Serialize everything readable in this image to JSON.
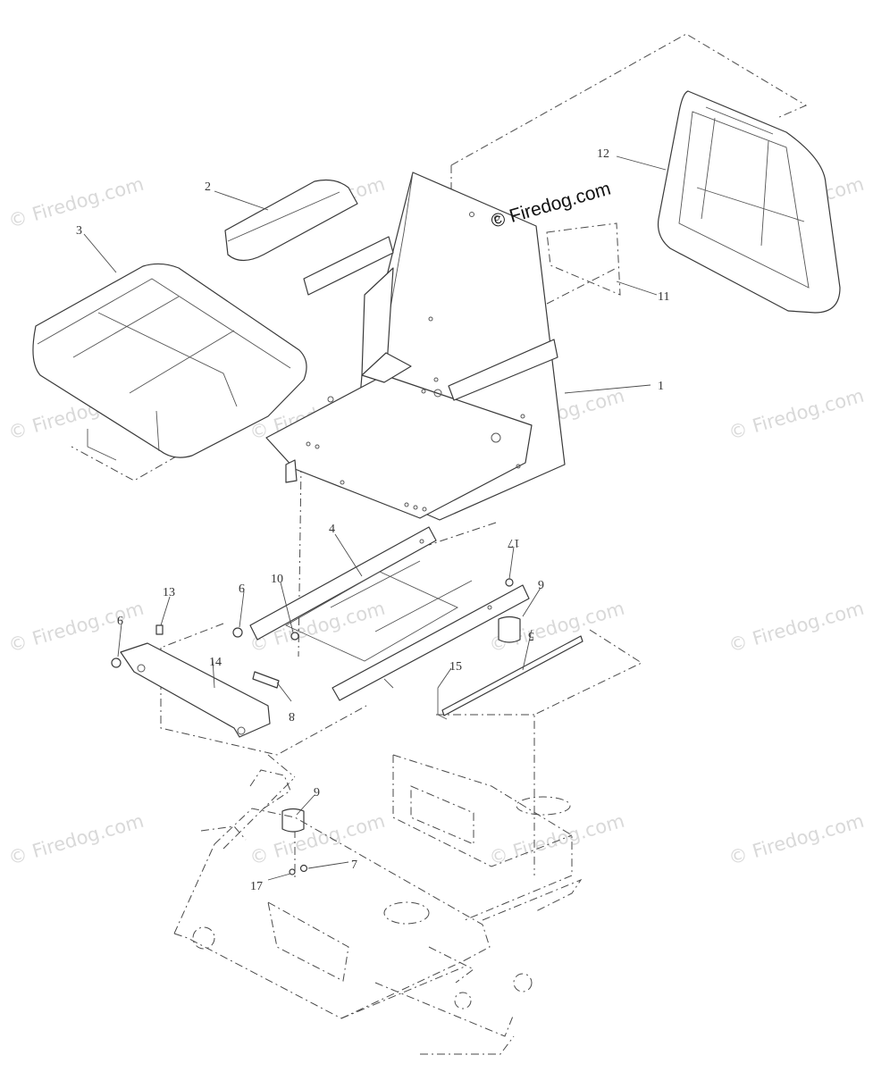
{
  "brand_watermark": "© Firedog.com",
  "watermark_text": "© Firedog.com",
  "callouts": [
    {
      "id": "c1",
      "label": "1"
    },
    {
      "id": "c2",
      "label": "2"
    },
    {
      "id": "c3",
      "label": "3"
    },
    {
      "id": "c4",
      "label": "4"
    },
    {
      "id": "c5",
      "label": "5"
    },
    {
      "id": "c6a",
      "label": "6"
    },
    {
      "id": "c6b",
      "label": "6"
    },
    {
      "id": "c7",
      "label": "7"
    },
    {
      "id": "c8",
      "label": "8"
    },
    {
      "id": "c9a",
      "label": "9"
    },
    {
      "id": "c9b",
      "label": "9"
    },
    {
      "id": "c10",
      "label": "10"
    },
    {
      "id": "c11",
      "label": "11"
    },
    {
      "id": "c12",
      "label": "12"
    },
    {
      "id": "c13",
      "label": "13"
    },
    {
      "id": "c14",
      "label": "14"
    },
    {
      "id": "c15",
      "label": "15"
    },
    {
      "id": "c17a",
      "label": "17"
    },
    {
      "id": "c17b",
      "label": "17"
    }
  ],
  "colors": {
    "line": "#3a3a3a",
    "watermark": "#d9d9d9",
    "brand": "#111111"
  }
}
